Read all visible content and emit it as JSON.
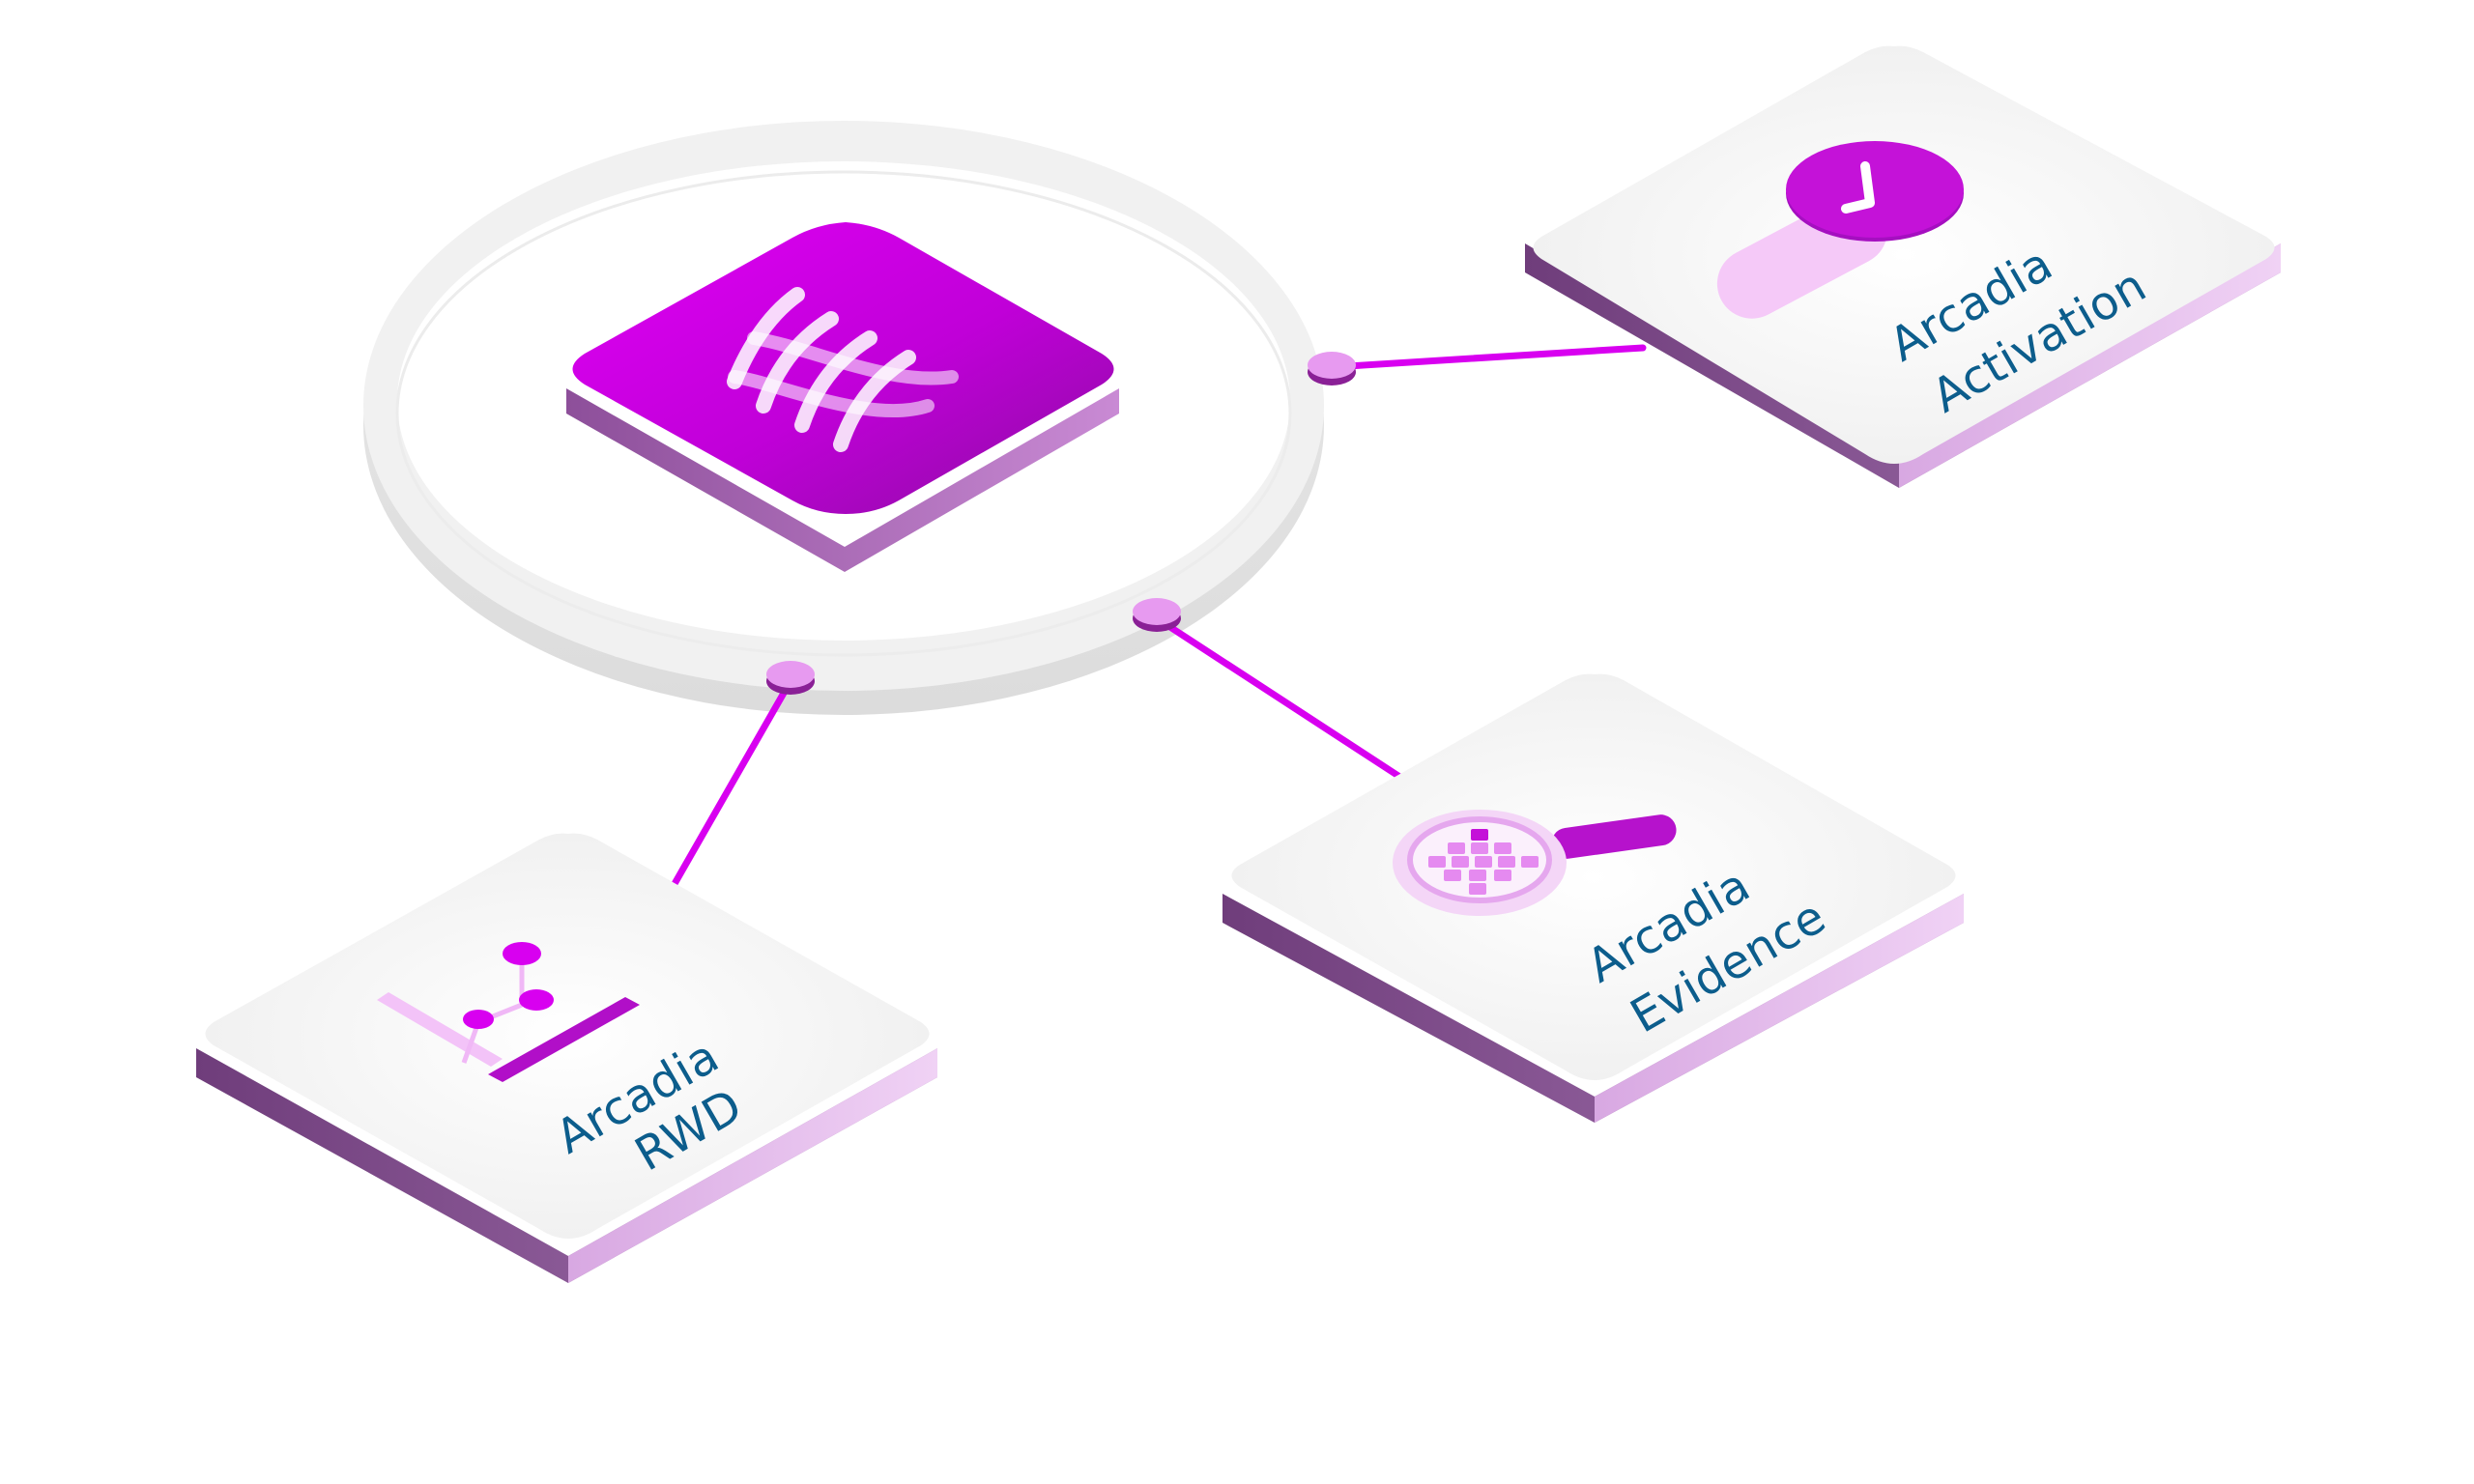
{
  "hub": {
    "logo_icon": "arcadia-wave-logo-icon"
  },
  "cards": [
    {
      "id": "activation",
      "line1": "Arcadia",
      "line2": "Activation",
      "icon": "toggle-switch-icon"
    },
    {
      "id": "evidence",
      "line1": "Arcadia",
      "line2": "Evidence",
      "icon": "magnifier-grid-icon"
    },
    {
      "id": "rwd",
      "line1": "Arcadia",
      "line2": "RWD",
      "icon": "data-chart-icon"
    }
  ],
  "colors": {
    "accent": "#d800f0",
    "accent_dark": "#8a1a9a",
    "accent_light": "#f2c6f7",
    "label": "#0c5d8c",
    "card_face": "#f7f7f7",
    "ring": "#e6e6e6"
  }
}
